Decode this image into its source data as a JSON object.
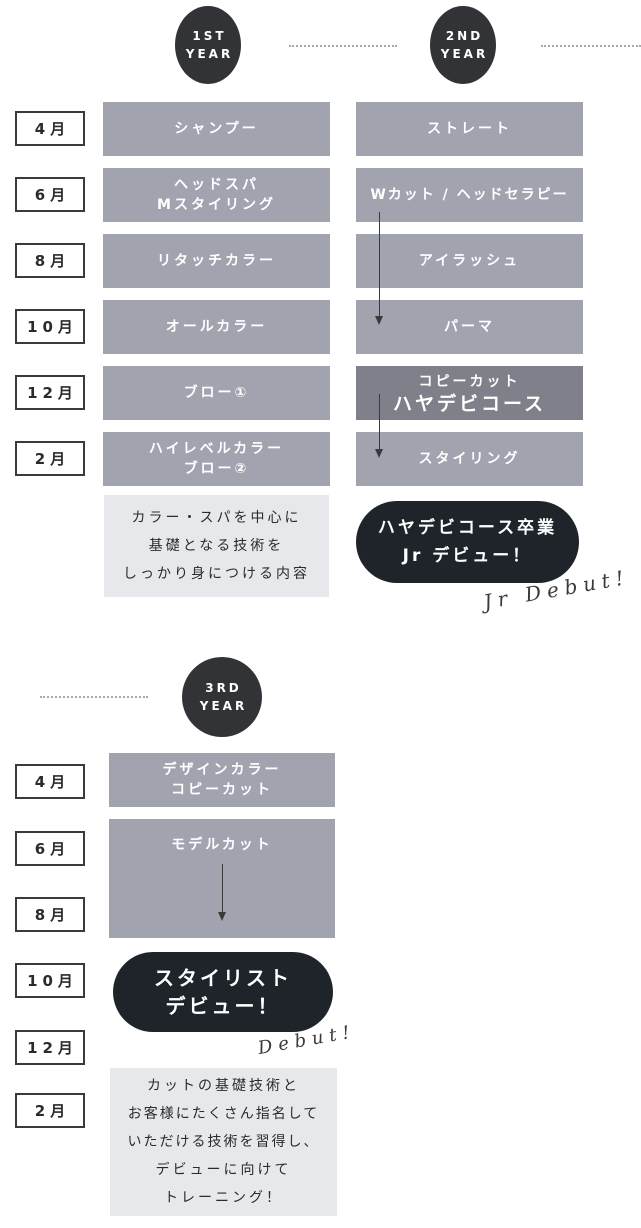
{
  "colors": {
    "year_badge": "#323337",
    "step_box": "#a1a4af",
    "step_box_highlight": "#7f8089",
    "note_box": "#e7e8ec",
    "debut_pill": "#1f242b",
    "month_border": "#3a3a3a"
  },
  "year1": {
    "badge": {
      "line1": "1ST",
      "line2": "YEAR"
    },
    "steps": [
      {
        "month": "4月",
        "lines": [
          "シャンプー"
        ]
      },
      {
        "month": "6月",
        "lines": [
          "ヘッドスパ",
          "Mスタイリング"
        ]
      },
      {
        "month": "8月",
        "lines": [
          "リタッチカラー"
        ]
      },
      {
        "month": "10月",
        "lines": [
          "オールカラー"
        ]
      },
      {
        "month": "12月",
        "lines": [
          "ブロー①"
        ]
      },
      {
        "month": "2月",
        "lines": [
          "ハイレベルカラー",
          "ブロー②"
        ]
      }
    ],
    "note": [
      "カラー・スパを中心に",
      "基礎となる技術を",
      "しっかり身につける内容"
    ]
  },
  "year2": {
    "badge": {
      "line1": "2ND",
      "line2": "YEAR"
    },
    "steps": [
      {
        "lines": [
          "ストレート"
        ]
      },
      {
        "lines": [
          "Wカット / ヘッドセラピー"
        ]
      },
      {
        "lines": [
          "アイラッシュ"
        ]
      },
      {
        "lines": [
          "パーマ"
        ]
      },
      {
        "lines": [
          "コピーカット",
          "ハヤデビコース"
        ],
        "highlight": true
      },
      {
        "lines": [
          "スタイリング"
        ]
      }
    ],
    "debut_pill": [
      "ハヤデビコース卒業",
      "Jr デビュー！"
    ],
    "script": "Jr Debut!"
  },
  "year3": {
    "badge": {
      "line1": "3RD",
      "line2": "YEAR"
    },
    "months": [
      "4月",
      "6月",
      "8月",
      "10月",
      "12月",
      "2月"
    ],
    "steps": [
      {
        "lines": [
          "デザインカラー",
          "コピーカット"
        ]
      },
      {
        "lines": [
          "モデルカット"
        ]
      }
    ],
    "debut_pill": [
      "スタイリスト",
      "デビュー！"
    ],
    "script": "Debut!",
    "note": [
      "カットの基礎技術と",
      "お客様にたくさん指名して",
      "いただける技術を習得し、",
      "デビューに向けて",
      "トレーニング！"
    ]
  }
}
